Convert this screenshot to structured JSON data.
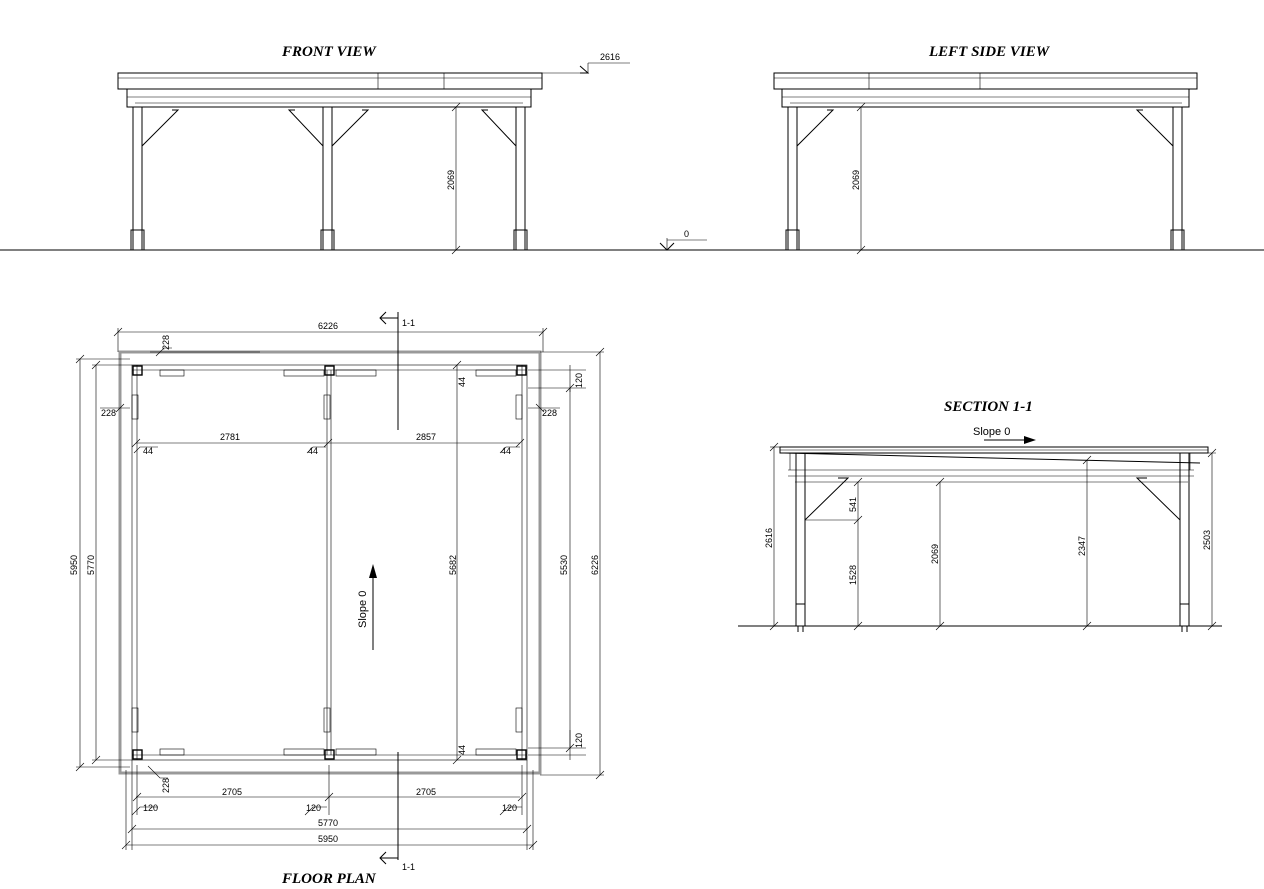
{
  "titles": {
    "front": "FRONT VIEW",
    "left": "LEFT SIDE VIEW",
    "section": "SECTION 1-1",
    "floor": "FLOOR PLAN"
  },
  "front": {
    "level_top": "2616",
    "level_ground": "0",
    "height": "2069"
  },
  "left": {
    "height": "2069"
  },
  "plan": {
    "width_top": "6226",
    "section_mark_top": "1-1",
    "section_mark_bottom": "1-1",
    "c228_tl": "228",
    "c228_l": "228",
    "c228_r": "228",
    "c228_bl": "228",
    "o44_a": "44",
    "o44_b": "44",
    "o44_c": "44",
    "o44_right_top": "44",
    "o44_right_bot": "44",
    "span_top_l": "2781",
    "span_top_r": "2857",
    "span_bot_l": "2705",
    "span_bot_r": "2705",
    "post_120_l": "120",
    "post_120_m": "120",
    "post_120_r": "120",
    "post_120_rt": "120",
    "post_120_rb": "120",
    "width_posts": "5770",
    "width_total": "5950",
    "left_5950": "5950",
    "left_5770": "5770",
    "inner_5682": "5682",
    "right_5530": "5530",
    "right_6226": "6226",
    "slope": "Slope 0"
  },
  "section": {
    "slope": "Slope 0",
    "h_total": "2616",
    "h_brace": "541",
    "h_low": "1528",
    "h_clear": "2069",
    "h_mid": "2347",
    "h_right": "2503"
  }
}
